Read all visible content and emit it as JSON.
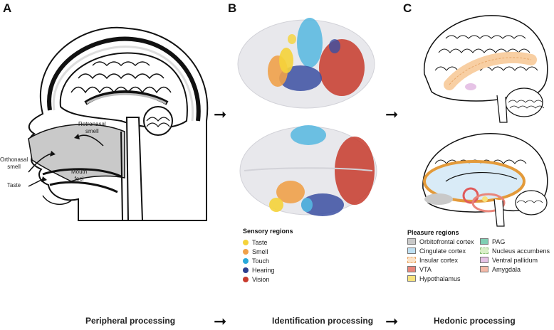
{
  "panels": {
    "a": {
      "letter": "A"
    },
    "b": {
      "letter": "B"
    },
    "c": {
      "letter": "C"
    }
  },
  "head_annotations": {
    "retronasal": [
      "Retronasal",
      "smell"
    ],
    "orthonasal": [
      "Orthonasal",
      "smell"
    ],
    "mouth_feel": [
      "Mouth",
      "feel"
    ],
    "taste": "Taste"
  },
  "sensory_legend": {
    "title": "Sensory regions",
    "items": [
      {
        "label": "Taste",
        "color": "#f5d33a"
      },
      {
        "label": "Smell",
        "color": "#f0a14a"
      },
      {
        "label": "Touch",
        "color": "#29a9db"
      },
      {
        "label": "Hearing",
        "color": "#2e3f8f"
      },
      {
        "label": "Vision",
        "color": "#c83a2c"
      }
    ]
  },
  "pleasure_legend": {
    "title": "Pleasure regions",
    "left": [
      {
        "label": "Orbitofrontal cortex",
        "color": "#c9c9c9",
        "dashed": false
      },
      {
        "label": "Cingulate cortex",
        "color": "#bfe0f2",
        "dashed": false
      },
      {
        "label": "Insular cortex",
        "color": "#fbe3c9",
        "dashed": true
      },
      {
        "label": "VTA",
        "color": "#e9857a",
        "dashed": false
      },
      {
        "label": "Hypothalamus",
        "color": "#f6e27d",
        "dashed": false
      }
    ],
    "right": [
      {
        "label": "PAG",
        "color": "#7fcfb3",
        "dashed": false
      },
      {
        "label": "Nucleus accumbens",
        "color": "#d9efc8",
        "dashed": true
      },
      {
        "label": "Ventral pallidum",
        "color": "#e6c3e6",
        "dashed": false
      },
      {
        "label": "Amygdala",
        "color": "#f4b9a8",
        "dashed": false
      }
    ]
  },
  "stages": {
    "peripheral": "Peripheral processing",
    "identification": "Identification processing",
    "hedonic": "Hedonic processing"
  }
}
